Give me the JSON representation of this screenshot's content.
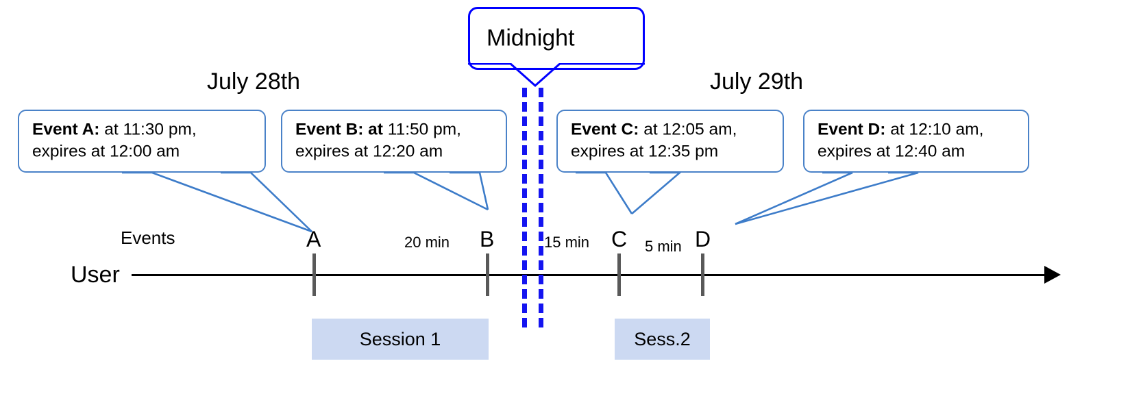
{
  "diagram": {
    "title": "Event expiry across midnight timeline",
    "colors": {
      "midnight_border": "#0000ff",
      "midnight_dash": "#1414f0",
      "event_box_border": "#4a82c8",
      "leader_line": "#3d7cc9",
      "tick_marker": "#595959",
      "session_fill": "#ccd9f2",
      "axis": "#000000"
    }
  },
  "midnight": {
    "label": "Midnight"
  },
  "dates": {
    "left": "July 28th",
    "right": "July 29th"
  },
  "axis": {
    "row_label": "User",
    "events_label": "Events"
  },
  "events": [
    {
      "key": "A",
      "marker": "A",
      "name_bold": "Event A:",
      "line1_rest": " at 11:30 pm,",
      "line2": "expires at 12:00 am",
      "bold_includes_at": false
    },
    {
      "key": "B",
      "marker": "B",
      "name_bold": "Event B: at",
      "line1_rest": " 11:50 pm,",
      "line2": "expires at 12:20 am",
      "bold_includes_at": true
    },
    {
      "key": "C",
      "marker": "C",
      "name_bold": "Event C:",
      "line1_rest": " at 12:05 am,",
      "line2": "expires at 12:35 pm",
      "bold_includes_at": false
    },
    {
      "key": "D",
      "marker": "D",
      "name_bold": "Event D:",
      "line1_rest": "  at 12:10 am,",
      "line2": "expires at 12:40 am",
      "bold_includes_at": false
    }
  ],
  "intervals": [
    {
      "label": "20 min",
      "between": "A-B"
    },
    {
      "label": "15 min",
      "between": "B-C"
    },
    {
      "label": "5 min",
      "between": "C-D"
    }
  ],
  "sessions": [
    {
      "label": "Session 1",
      "covers": "A-B"
    },
    {
      "label": "Sess.2",
      "covers": "C-D"
    }
  ]
}
